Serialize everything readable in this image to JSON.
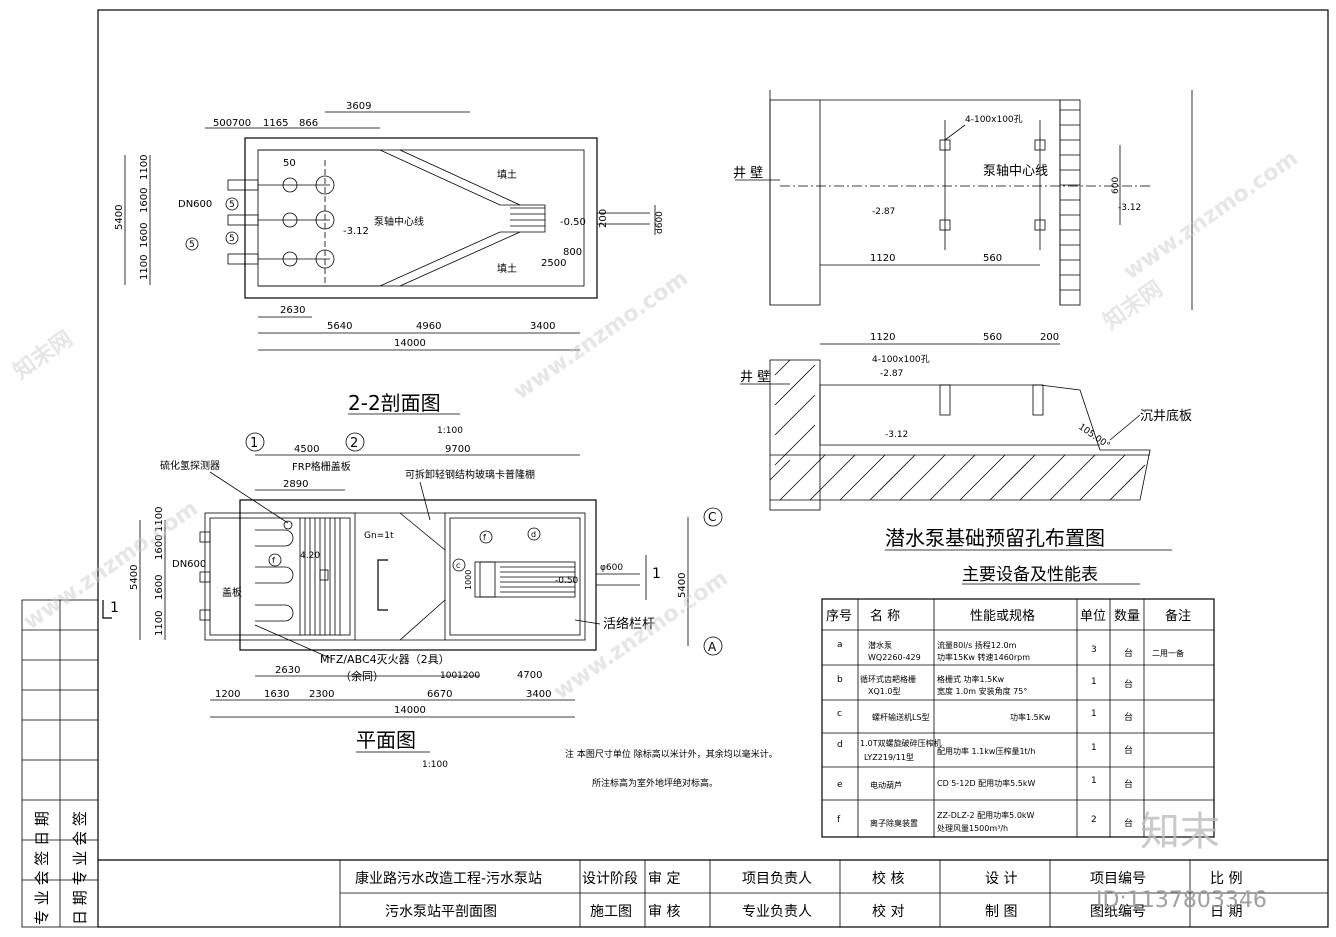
{
  "section_2_2": {
    "title": "2-2剖面图",
    "dims_top": [
      "500",
      "700",
      "1165",
      "866",
      "3609"
    ],
    "dims_left": [
      "5400",
      "1100",
      "1600",
      "1600",
      "1100"
    ],
    "pipe_label": "DN600",
    "labels": {
      "fill_top": "填土",
      "fill_bottom": "填土",
      "pump_axis": "泵轴中心线",
      "dim_50": "50",
      "dim_200": "200",
      "dim_800": "800",
      "dim_2500": "2500",
      "elev_a": "-3.12",
      "elev_b": "-0.50",
      "pipe_right": "d600"
    },
    "dims_bottom_1": [
      "2630"
    ],
    "dims_bottom_2": [
      "5640",
      "4960",
      "3400"
    ],
    "dims_total": "14000",
    "circle_marks": [
      "5",
      "5",
      "5"
    ]
  },
  "plan": {
    "title": "平面图",
    "scale": "1:100",
    "scale_section": "1:100",
    "axis_marks": [
      "1",
      "2",
      "C",
      "A"
    ],
    "dims_top": [
      "4500",
      "9700"
    ],
    "dims_top_inner": "2890",
    "labels": {
      "h2s": "硫化氢探测器",
      "frp": "FRP格栅盖板",
      "canopy": "可拆卸轻钢结构玻璃卡普隆棚",
      "cover": "盖板",
      "gn": "Gn=1t",
      "dn600": "DN600",
      "dim_420": "4.20",
      "extinguisher": "MFZ/ABC4灭火器（2具）",
      "extinguisher_2": "（余同）",
      "grille": "活络栏杆",
      "pipe_right": "φ600",
      "elev": "-0.50",
      "dim_1000": "1000",
      "dim_1001200": "1001200",
      "section_mark": "1",
      "section_mark_left": "1",
      "circle_small": [
        "f",
        "c",
        "d",
        "f"
      ]
    },
    "dims_left": [
      "5400",
      "1600",
      "1600",
      "1100",
      "1100"
    ],
    "dim_right": "5400",
    "dims_bottom_1": [
      "2630",
      "4700"
    ],
    "dims_bottom_2": [
      "1200",
      "1630",
      "2300",
      "6670",
      "3400"
    ],
    "dims_total": "14000"
  },
  "notes": {
    "line1": "注   本图尺寸单位   除标高以米计外，其余均以毫米计。",
    "line2": "所注标高为室外地坪绝对标高。"
  },
  "foundation": {
    "title": "潜水泵基础预留孔布置图",
    "top": {
      "well_wall": "井 壁",
      "hole": "4-100x100孔",
      "pump_axis": "泵轴中心线",
      "elev_left": "-2.87",
      "elev_right": "-3.12",
      "dim_600": "600",
      "dims_bottom": [
        "1120",
        "560"
      ]
    },
    "bottom": {
      "well_wall": "井 壁",
      "hole": "4-100x100孔",
      "elev_a": "-2.87",
      "elev_b": "-3.12",
      "dims_top": [
        "1120",
        "560",
        "200"
      ],
      "angle": "105.00°",
      "slab": "沉井底板"
    }
  },
  "equipment": {
    "title": "主要设备及性能表",
    "headers": [
      "序号",
      "名    称",
      "性能或规格",
      "单位",
      "数量",
      "备注"
    ],
    "rows": [
      {
        "no": "a",
        "name": [
          "潜水泵",
          "WQ2260-429"
        ],
        "spec": [
          "流量80l/s    扬程12.0m",
          "功率15Kw    转速1460rpm"
        ],
        "unit": "台",
        "qty": "3",
        "note": "二用一备"
      },
      {
        "no": "b",
        "name": [
          "循环式齿耙格栅",
          "XQ1.0型"
        ],
        "spec": [
          "格栅式    功率1.5Kw",
          "宽度 1.0m  安装角度 75°"
        ],
        "unit": "台",
        "qty": "1",
        "note": ""
      },
      {
        "no": "c",
        "name": [
          "螺杆输送机LS型"
        ],
        "spec": [
          "功率1.5Kw"
        ],
        "unit": "台",
        "qty": "1",
        "note": ""
      },
      {
        "no": "d",
        "name": [
          "1.0T双螺旋破碎压榨机",
          "LYZ219/11型"
        ],
        "spec": [
          "配用功率 1.1kw压榨量1t/h"
        ],
        "unit": "台",
        "qty": "1",
        "note": ""
      },
      {
        "no": "e",
        "name": [
          "电动葫芦"
        ],
        "spec": [
          "CD 5-12D     配用功率5.5kW"
        ],
        "unit": "台",
        "qty": "1",
        "note": ""
      },
      {
        "no": "f",
        "name": [
          "离子除臭装置"
        ],
        "spec": [
          "ZZ-DLZ-2    配用功率5.0kW",
          "处理风量1500m³/h"
        ],
        "unit": "台",
        "qty": "2",
        "note": ""
      }
    ]
  },
  "side_strip": {
    "col1": "专 业 会 签 日 期",
    "col2": "日 期 专 业 会 签"
  },
  "title_block": {
    "project": "康业路污水改造工程-污水泵站",
    "drawing": "污水泵站平剖面图",
    "phase_label": "设计阶段",
    "phase_value": "施工图",
    "r1": [
      "审  定",
      "项目负责人",
      "校  核",
      "设  计",
      "项目编号",
      "比  例"
    ],
    "r2": [
      "审  核",
      "专业负责人",
      "校  对",
      "制  图",
      "图纸编号",
      "日  期"
    ]
  },
  "watermark": {
    "brand": "知末",
    "id": "ID:1137803346",
    "site": "www.znzmo.com",
    "cn": "知末网"
  }
}
